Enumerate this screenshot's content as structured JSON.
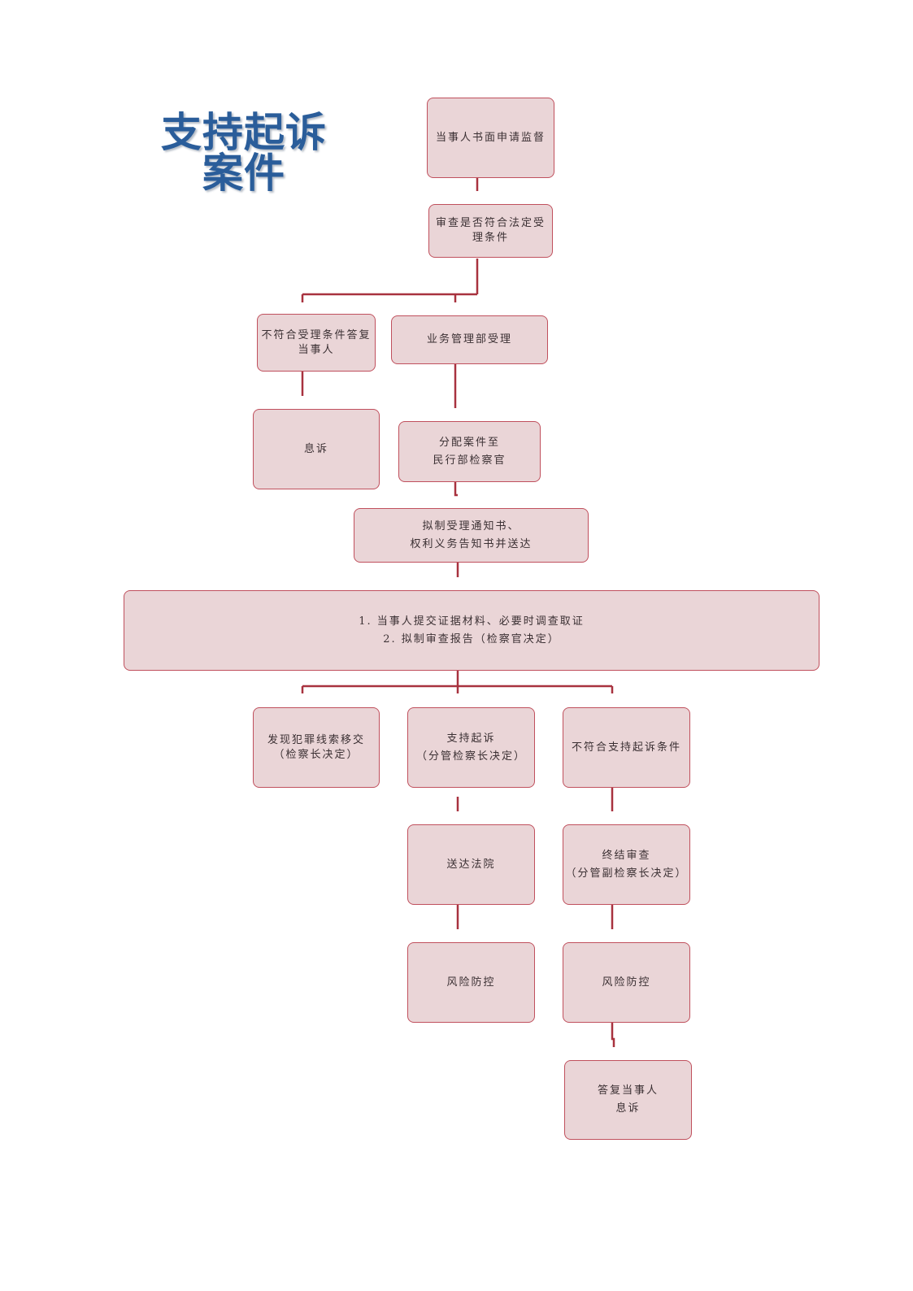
{
  "title": {
    "line1": "支持起诉",
    "line2": "案件"
  },
  "nodes": {
    "apply": {
      "lines": [
        "当事人书面申请监督"
      ]
    },
    "review": {
      "lines": [
        "审查是否符合法定受",
        "理条件"
      ]
    },
    "reject": {
      "lines": [
        "不符合受理条件答复",
        "当事人"
      ]
    },
    "accept": {
      "lines": [
        "业务管理部受理"
      ]
    },
    "close1": {
      "lines": [
        "息诉"
      ]
    },
    "assign": {
      "lines": [
        "分配案件至",
        "民行部检察官"
      ]
    },
    "notify": {
      "lines": [
        "拟制受理通知书、",
        "权利义务告知书并送达"
      ]
    },
    "evidence": {
      "lines": [
        "1.  当事人提交证据材料、必要时调查取证",
        "2.  拟制审查报告（检察官决定）"
      ]
    },
    "crime": {
      "lines": [
        "发现犯罪线索移交",
        "（检察长决定）"
      ]
    },
    "support": {
      "lines": [
        "支持起诉",
        "（分管检察长决定）"
      ]
    },
    "notsupport": {
      "lines": [
        "不符合支持起诉条件"
      ]
    },
    "court": {
      "lines": [
        "送达法院"
      ]
    },
    "terminate": {
      "lines": [
        "终结审查",
        "（分管副检察长决定）"
      ]
    },
    "risk1": {
      "lines": [
        "风险防控"
      ]
    },
    "risk2": {
      "lines": [
        "风险防控"
      ]
    },
    "reply": {
      "lines": [
        "答复当事人",
        "息诉"
      ]
    }
  },
  "colors": {
    "box_fill": "#ead5d7",
    "box_border": "#c0505d",
    "connector": "#a8323f",
    "title": "#2a5d9a"
  }
}
